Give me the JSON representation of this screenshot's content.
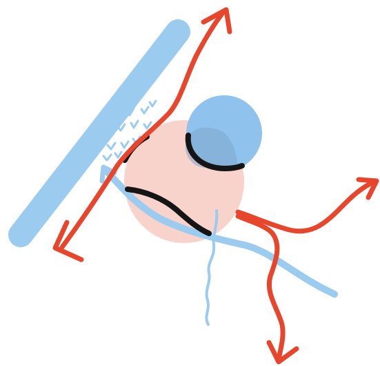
{
  "palette": {
    "background": "#ffffff",
    "light_blue": "#9ccbf0",
    "blue_fill": "#8fc3ee",
    "pink_fill": "#f8d3cc",
    "red": "#e8452d",
    "black": "#151515"
  },
  "shapes": [
    "blue-slanted-bar",
    "pink-circle",
    "blue-circle",
    "red-up-arrow",
    "red-right-arrow",
    "red-down-arrow",
    "blue-wavy-line",
    "blue-short-arrow",
    "black-arcs",
    "blue-tick-marks"
  ]
}
